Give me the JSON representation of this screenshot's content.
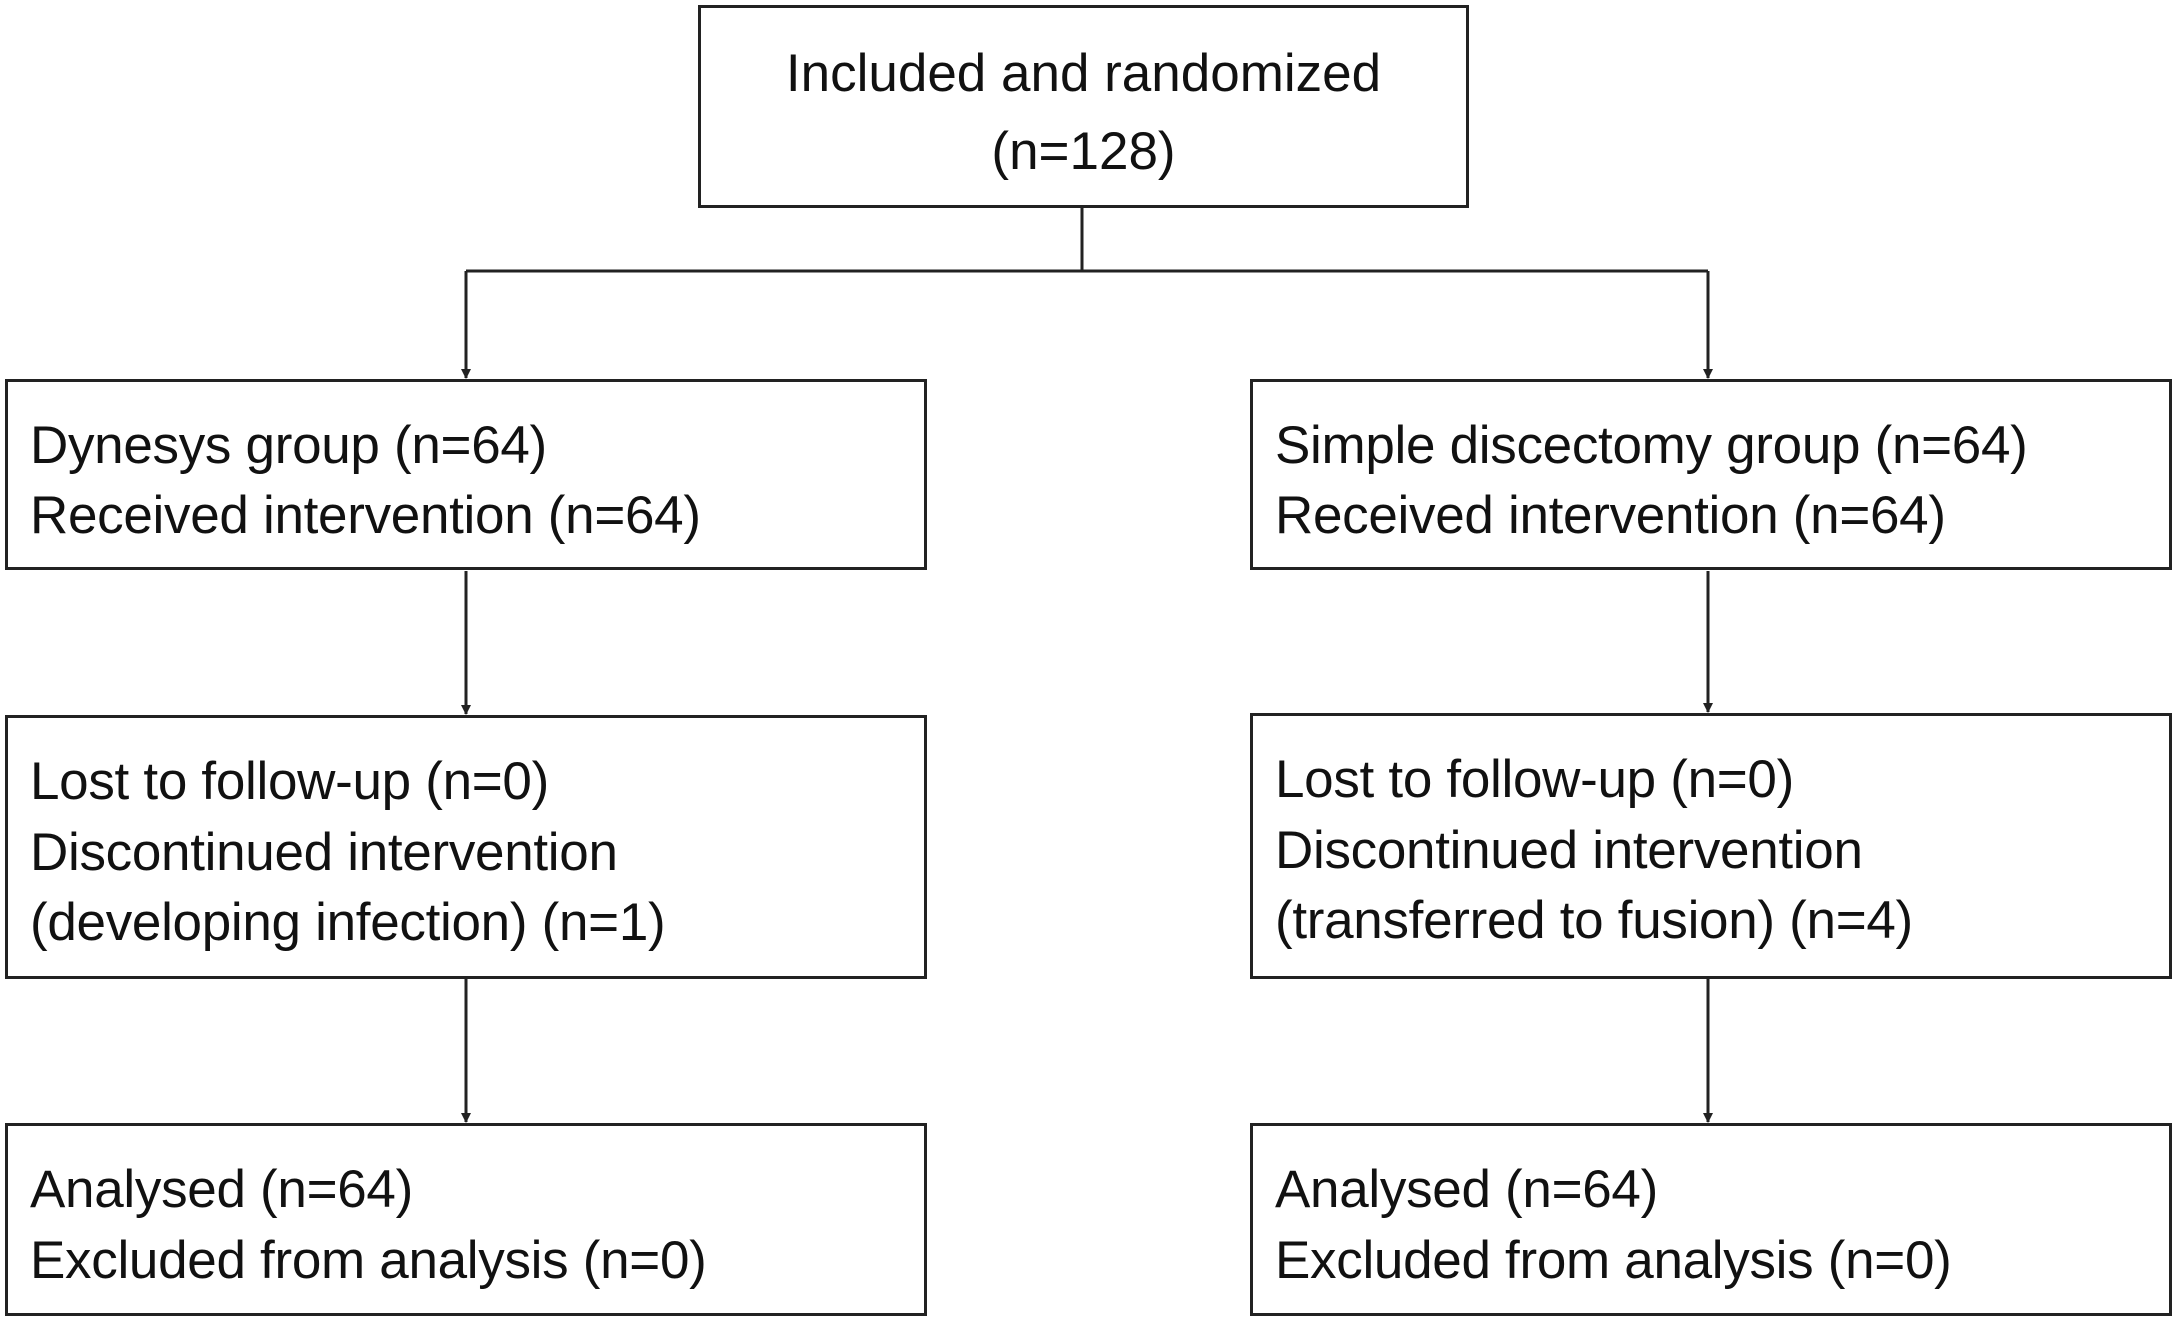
{
  "diagram": {
    "top_box": {
      "lines": [
        "Included and randomized",
        "(n=128)"
      ]
    },
    "left_column": {
      "group_box": {
        "lines": [
          "Dynesys group (n=64)",
          "Received intervention (n=64)"
        ]
      },
      "followup_box": {
        "lines": [
          "Lost to follow-up (n=0)",
          "Discontinued intervention",
          "(developing infection) (n=1)"
        ]
      },
      "analysis_box": {
        "lines": [
          "Analysed (n=64)",
          "Excluded from analysis (n=0)"
        ]
      }
    },
    "right_column": {
      "group_box": {
        "lines": [
          "Simple discectomy group (n=64)",
          "Received intervention (n=64)"
        ]
      },
      "followup_box": {
        "lines": [
          "Lost to follow-up (n=0)",
          "Discontinued intervention",
          "(transferred to fusion) (n=4)"
        ]
      },
      "analysis_box": {
        "lines": [
          "Analysed (n=64)",
          "Excluded from analysis (n=0)"
        ]
      }
    }
  }
}
